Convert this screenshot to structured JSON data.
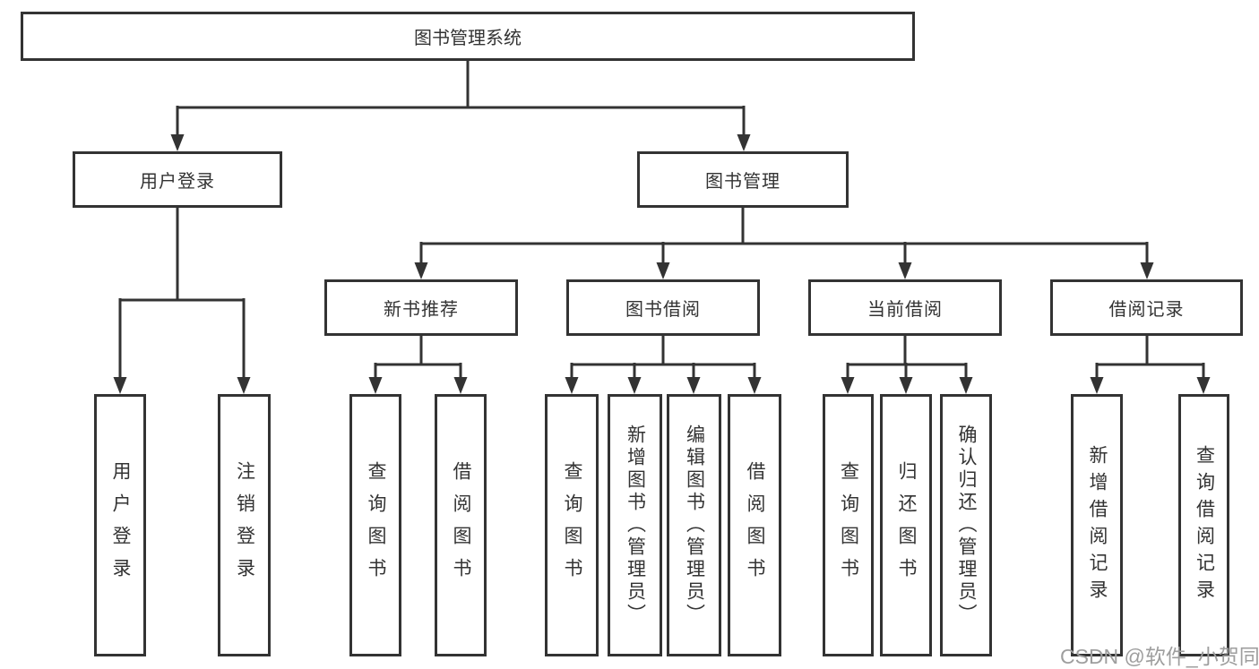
{
  "colors": {
    "line": "#333333",
    "text": "#333333",
    "box_background": "#ffffff",
    "page_background": "#ffffff",
    "watermark": "#9e9e9e"
  },
  "tree": {
    "root": {
      "label": "图书管理系统"
    },
    "branches": [
      {
        "label": "用户登录",
        "children": [
          {
            "label": "用户登录"
          },
          {
            "label": "注销登录"
          }
        ]
      },
      {
        "label": "图书管理",
        "children": [
          {
            "label": "新书推荐",
            "children": [
              {
                "label": "查询图书"
              },
              {
                "label": "借阅图书"
              }
            ]
          },
          {
            "label": "图书借阅",
            "children": [
              {
                "label": "查询图书"
              },
              {
                "label": "新增图书（管理员）"
              },
              {
                "label": "编辑图书（管理员）"
              },
              {
                "label": "借阅图书"
              }
            ]
          },
          {
            "label": "当前借阅",
            "children": [
              {
                "label": "查询图书"
              },
              {
                "label": "归还图书"
              },
              {
                "label": "确认归还（管理员）"
              }
            ]
          },
          {
            "label": "借阅记录",
            "children": [
              {
                "label": "新增借阅记录"
              },
              {
                "label": "查询借阅记录"
              }
            ]
          }
        ]
      }
    ]
  },
  "watermark": {
    "text": "CSDN @软件_小贺同学"
  }
}
